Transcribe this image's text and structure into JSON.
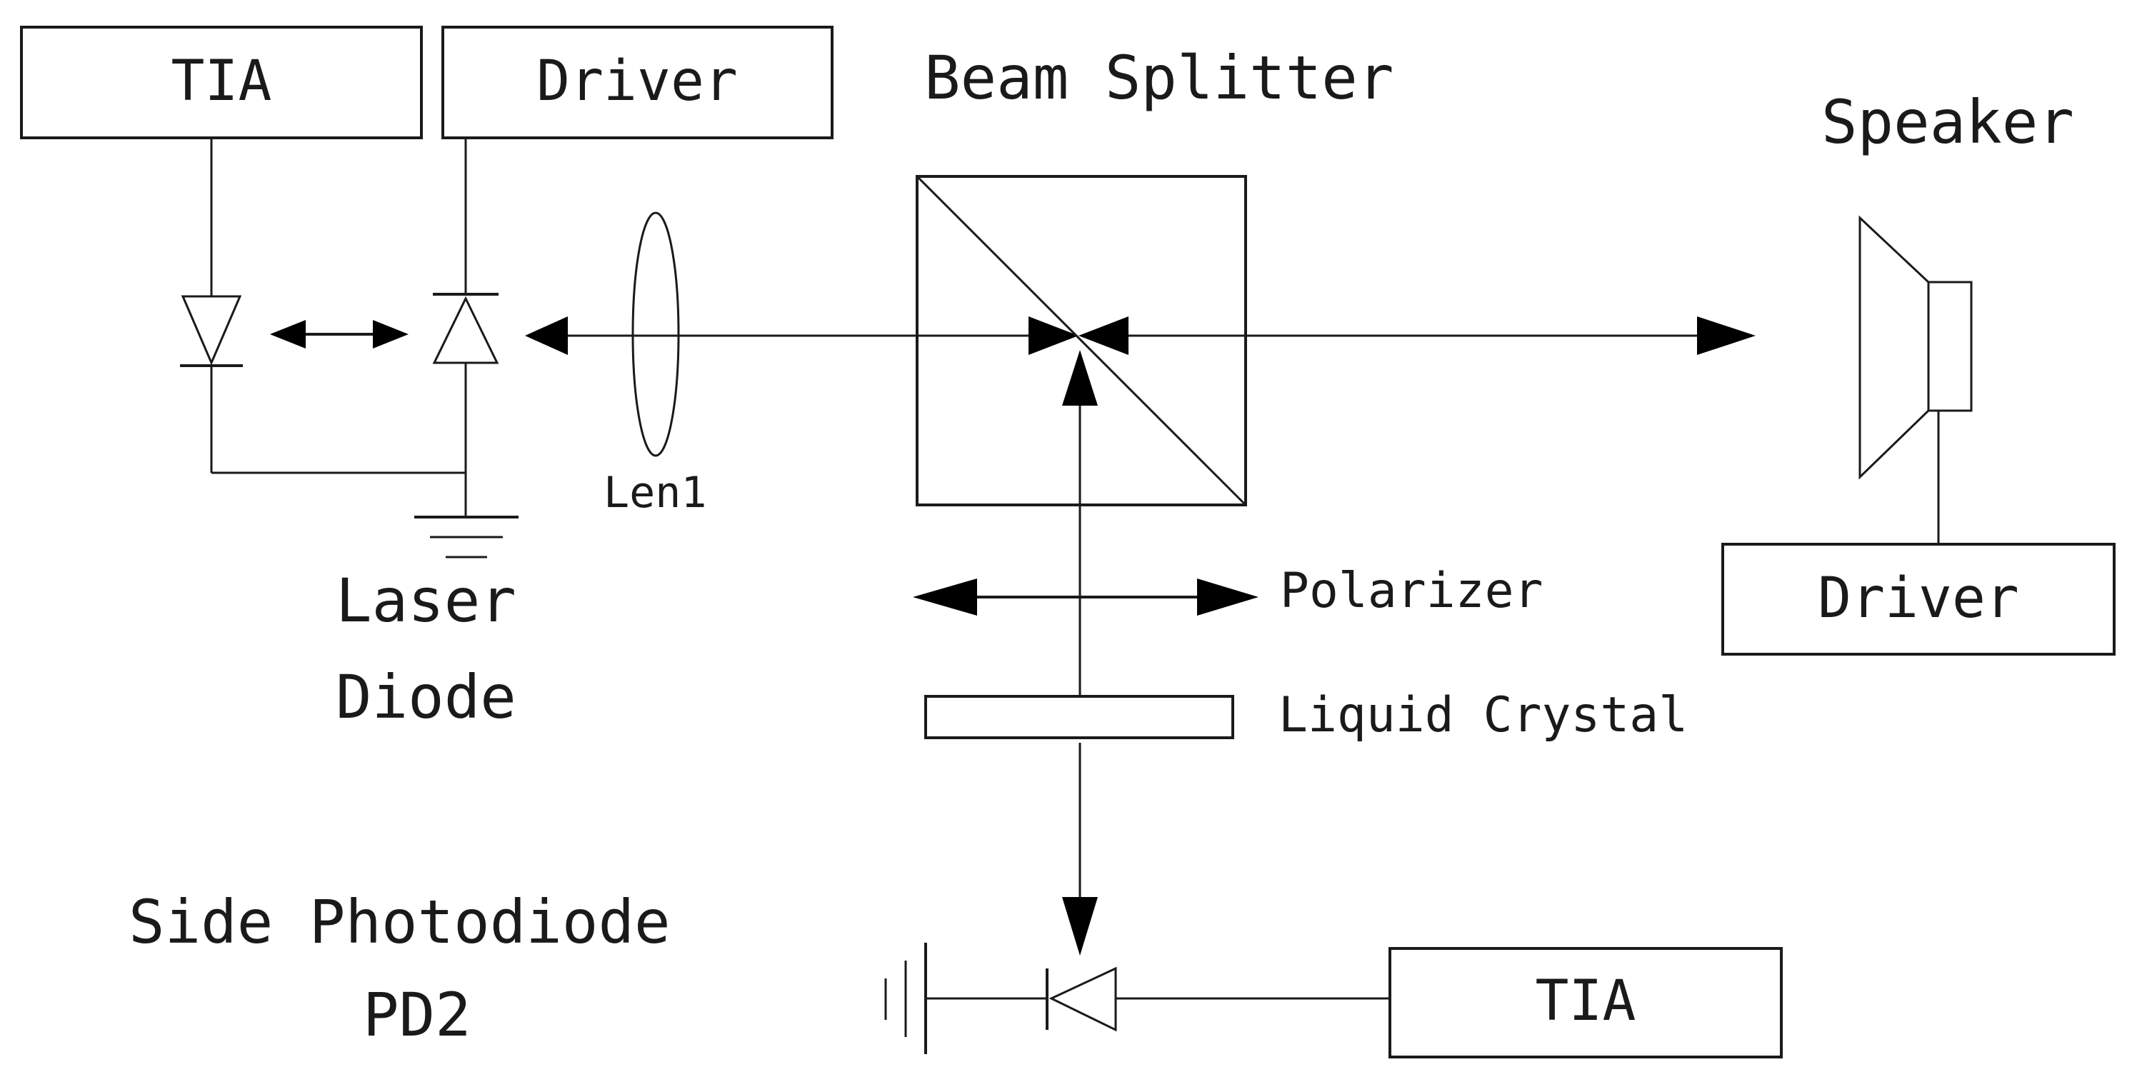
{
  "blocks": {
    "tia_top": "TIA",
    "driver_top": "Driver",
    "driver_speaker": "Driver",
    "tia_bottom": "TIA"
  },
  "labels": {
    "beam_splitter": "Beam Splitter",
    "speaker": "Speaker",
    "lens": "Len1",
    "laser_diode_line1": "Laser",
    "laser_diode_line2": "Diode",
    "polarizer": "Polarizer",
    "liquid_crystal": "Liquid Crystal",
    "side_pd_line1": "Side Photodiode",
    "side_pd_line2": "PD2"
  }
}
